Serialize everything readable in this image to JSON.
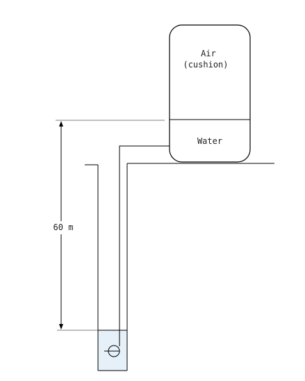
{
  "labels": {
    "air_line1": "Air",
    "air_line2": "(cushion)",
    "water": "Water",
    "depth": "60 m"
  },
  "colors": {
    "stroke": "#000000",
    "reference_line": "#555555",
    "well_water": "#e6f0f8"
  }
}
